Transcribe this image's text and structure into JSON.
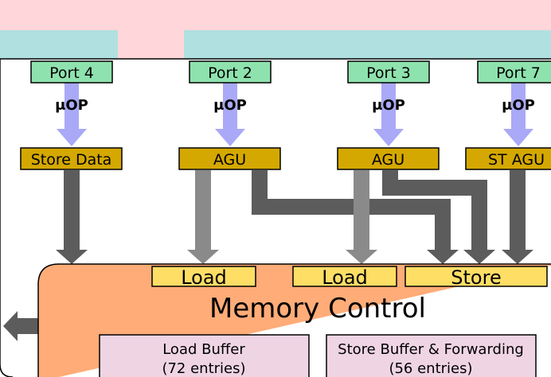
{
  "colors": {
    "background_top": "#ffd6d9",
    "scheduler_band": "#b0e0e0",
    "port_box": "#8ee2ae",
    "unit_box": "#d4a800",
    "uop_arrow": "#a9a9f7",
    "dark_arrow": "#5c5c5c",
    "light_arrow": "#8a8a8a",
    "memory_control": "#ffac78",
    "slot_box": "#ffde66",
    "buffer_box": "#efd5e4"
  },
  "ports": [
    {
      "label": "Port 4",
      "uop": "μOP",
      "unit": "Store Data"
    },
    {
      "label": "Port 2",
      "uop": "μOP",
      "unit": "AGU"
    },
    {
      "label": "Port 3",
      "uop": "μOP",
      "unit": "AGU"
    },
    {
      "label": "Port 7",
      "uop": "μOP",
      "unit": "ST AGU"
    }
  ],
  "slots": [
    "Load",
    "Load",
    "Store"
  ],
  "memory_control": {
    "title": "Memory Control",
    "load_buffer": {
      "line1": "Load Buffer",
      "line2": "(72 entries)"
    },
    "store_buffer": {
      "line1": "Store Buffer & Forwarding",
      "line2": "(56 entries)"
    }
  }
}
